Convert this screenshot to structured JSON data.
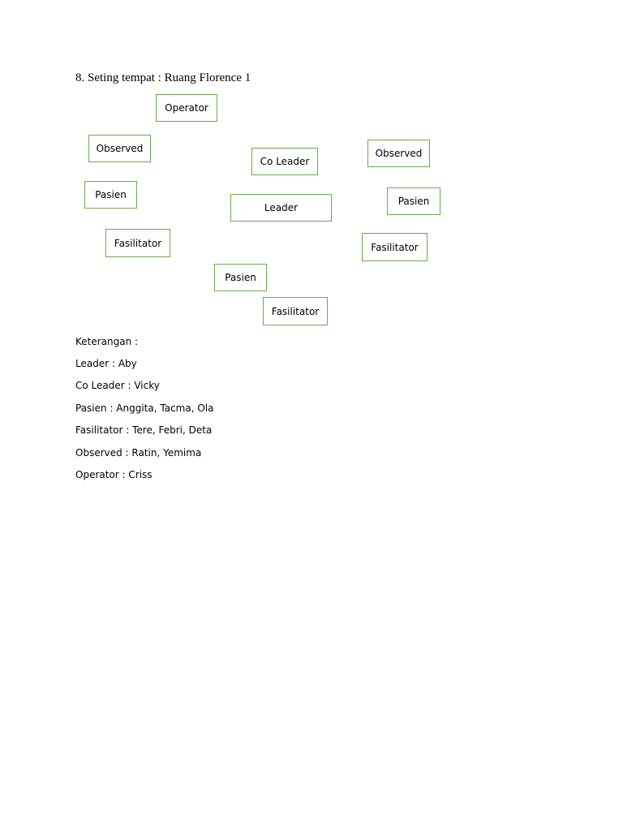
{
  "heading": "8. Seting tempat : Ruang Florence 1",
  "seats": {
    "operator": "Operator",
    "observed_left": "Observed",
    "co_leader": "Co Leader",
    "observed_right": "Observed",
    "pasien_left": "Pasien",
    "leader": "Leader",
    "pasien_right": "Pasien",
    "fasilitator_left": "Fasilitator",
    "fasilitator_right": "Fasilitator",
    "pasien_bottom": "Pasien",
    "fasilitator_bottom": "Fasilitator"
  },
  "legend": {
    "title": "Keterangan :",
    "items": [
      "Leader : Aby",
      "Co Leader : Vicky",
      "Pasien : Anggita, Tacma, Ola",
      "Fasilitator : Tere, Febri, Deta",
      "Observed : Ratin, Yemima",
      "Operator : Criss"
    ]
  },
  "colors": {
    "box_border": "#6aab4a",
    "text": "#000000",
    "background": "#ffffff"
  }
}
